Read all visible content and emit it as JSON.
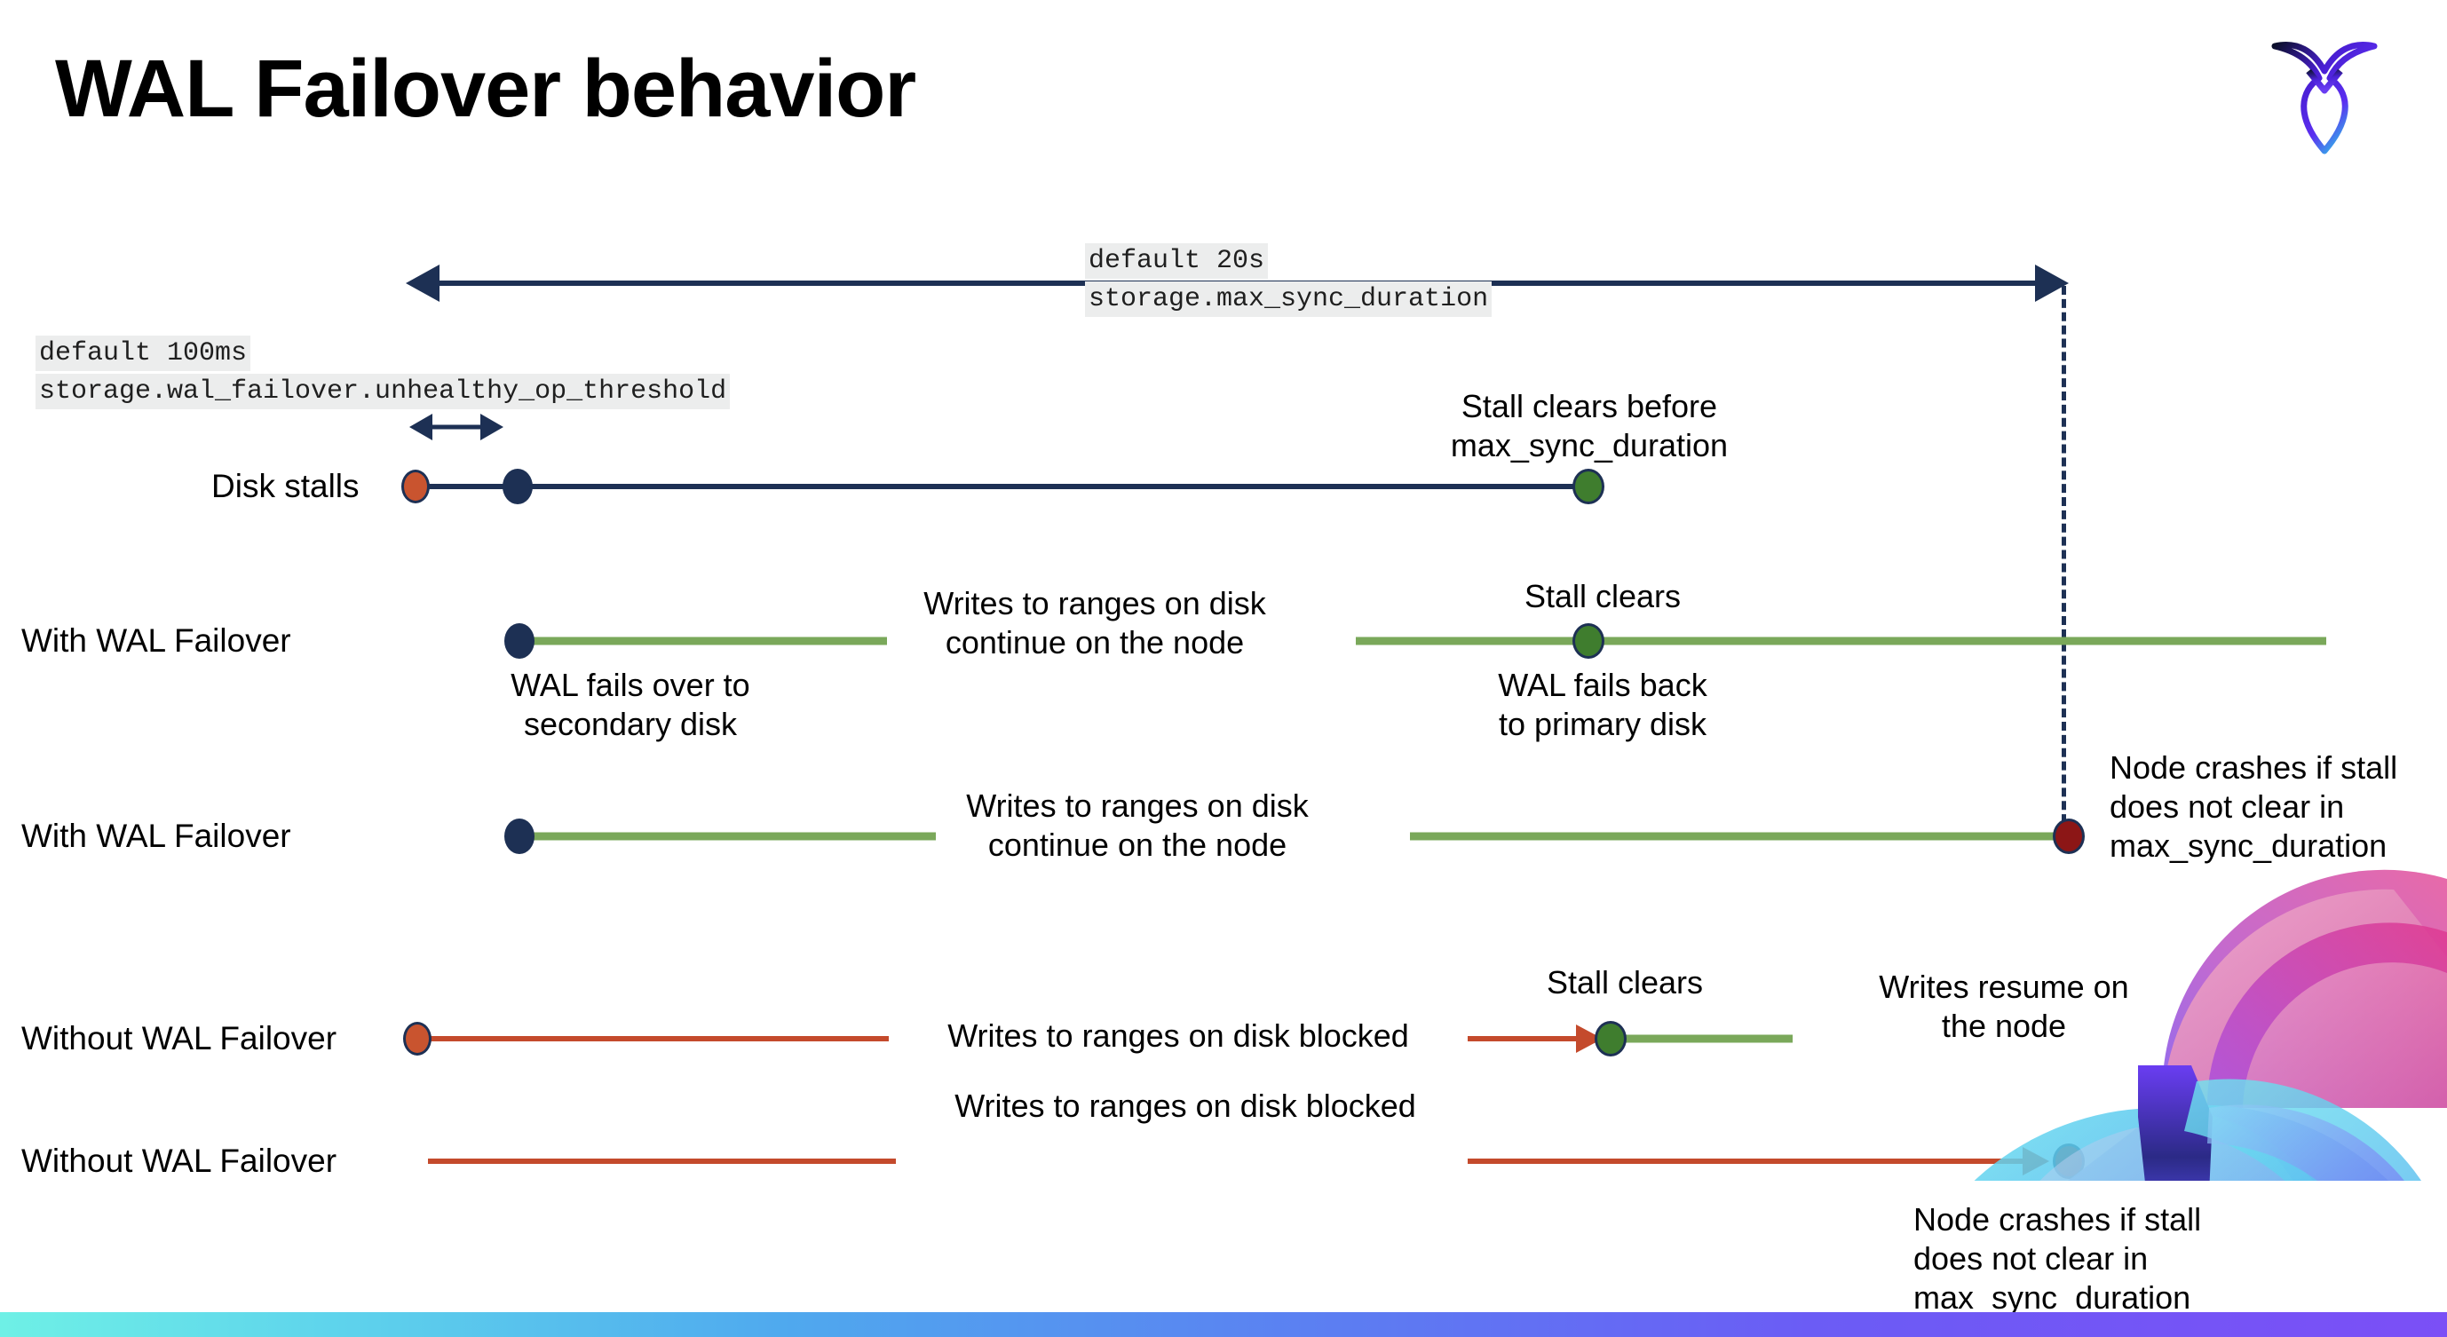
{
  "slide": {
    "title": "WAL Failover behavior",
    "logo_name": "cockroachdb-logo"
  },
  "settings": [
    {
      "id": "max-sync-duration",
      "default_line": "default 20s",
      "setting_line": "storage.max_sync_duration"
    },
    {
      "id": "unhealthy-op-threshold",
      "default_line": "default 100ms",
      "setting_line": "storage.wal_failover.unhealthy_op_threshold"
    }
  ],
  "rows": [
    {
      "id": "disk-stalls",
      "label": "Disk stalls"
    },
    {
      "id": "with-wal-failover-1",
      "label": "With WAL Failover"
    },
    {
      "id": "with-wal-failover-2",
      "label": "With WAL Failover"
    },
    {
      "id": "without-wal-failover-1",
      "label": "Without WAL Failover"
    },
    {
      "id": "without-wal-failover-2",
      "label": "Without WAL Failover"
    }
  ],
  "annotations": {
    "stall_clears_before_max": "Stall clears before\nmax_sync_duration",
    "stall_clears_1": "Stall clears",
    "stall_clears_2": "Stall clears",
    "wal_fails_over": "WAL fails over to\nsecondary disk",
    "wal_fails_back": "WAL fails  back\nto primary disk",
    "writes_continue_1": "Writes to ranges on disk\ncontinue on the node",
    "writes_continue_2": "Writes to ranges on disk\ncontinue on the node",
    "writes_blocked_1": "Writes to ranges on disk  blocked",
    "writes_blocked_2": "Writes to ranges on disk  blocked",
    "writes_resume": "Writes resume on\nthe node",
    "node_crashes_1": "Node crashes if stall\ndoes not clear in\nmax_sync_duration",
    "node_crashes_2": "Node crashes if stall\ndoes not clear in\nmax_sync_duration"
  },
  "colors": {
    "navy": "#1d3054",
    "green_line": "#7aa85a",
    "green_dot": "#3f7d2e",
    "red_line": "#c44a2c",
    "orange_dot": "#c9542f",
    "dark_red_dot": "#8c1616",
    "code_bg": "#eceded",
    "title": "#000000"
  }
}
